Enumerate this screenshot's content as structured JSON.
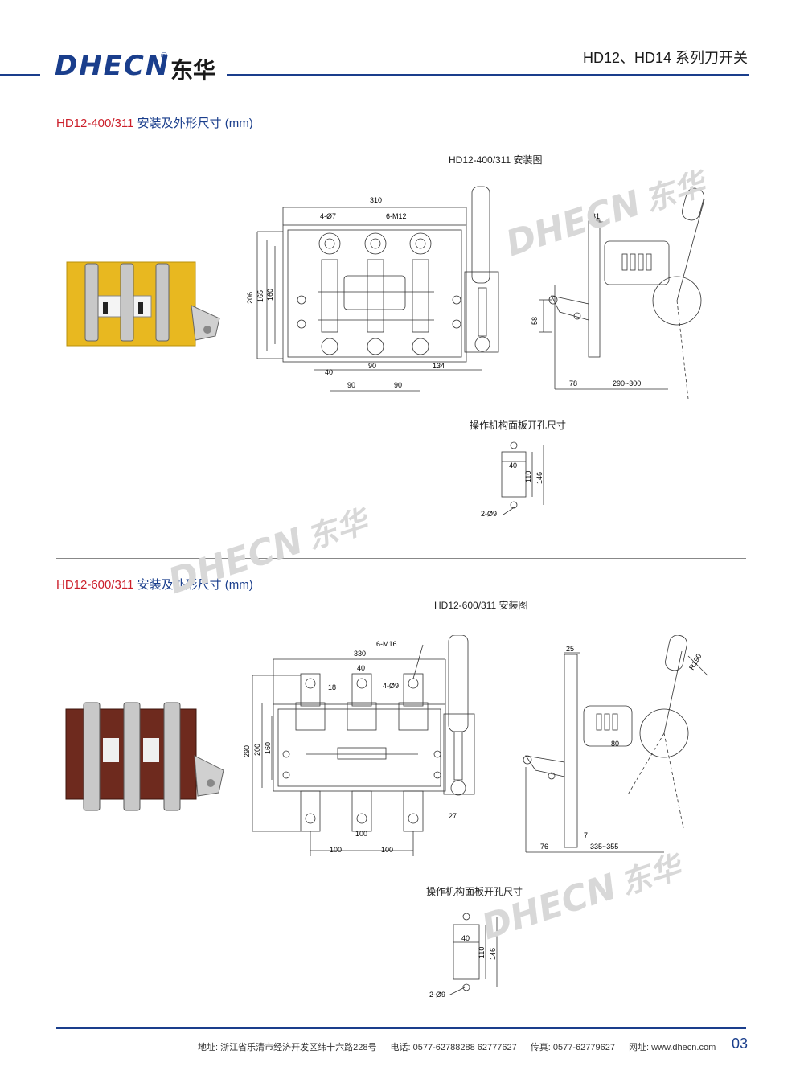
{
  "header": {
    "logo_en": "DHECN",
    "logo_cn": "东华",
    "reg": "®",
    "series_title": "HD12、HD14 系列刀开关"
  },
  "section1": {
    "model": "HD12-400/311",
    "title_rest": " 安装及外形尺寸 (mm)",
    "drawing_caption": "HD12-400/311 安装图",
    "panel_caption": "操作机构面板开孔尺寸",
    "dims": {
      "w310": "310",
      "hole": "4-Ø7",
      "bolt": "6-M12",
      "d31": "31",
      "h206": "206",
      "h165": "165",
      "h160": "160",
      "h58": "58",
      "b40": "40",
      "b90a": "90",
      "b134": "134",
      "c90a": "90",
      "c90b": "90",
      "s78": "78",
      "s290": "290~300",
      "p40": "40",
      "p110": "110",
      "p146": "146",
      "p2": "2-Ø9"
    }
  },
  "section2": {
    "model": "HD12-600/311",
    "title_rest": " 安装及外形尺寸 (mm)",
    "drawing_caption": "HD12-600/311 安装图",
    "panel_caption": "操作机构面板开孔尺寸",
    "dims": {
      "bolt": "6-M16",
      "w330": "330",
      "w40": "40",
      "d18": "18",
      "hole": "4-Ø9",
      "h290": "290",
      "h200": "200",
      "h160": "160",
      "d27": "27",
      "d100c": "100",
      "b100a": "100",
      "b100b": "100",
      "d25": "25",
      "r190": "R190",
      "d80": "80",
      "d7": "7",
      "s76": "76",
      "s335": "335~355",
      "p40": "40",
      "p110": "110",
      "p146": "146",
      "p2": "2-Ø9"
    }
  },
  "watermark": {
    "en": "DHECN",
    "cn": "东华"
  },
  "footer": {
    "address": "地址:  浙江省乐清市经济开发区纬十六路228号",
    "phone": "电话:  0577-62788288    62777627",
    "fax": "传真:  0577-62779627",
    "web": "网址:  www.dhecn.com",
    "page": "03"
  },
  "colors": {
    "brand": "#1a3e8c",
    "model_red": "#cc1f2a"
  }
}
